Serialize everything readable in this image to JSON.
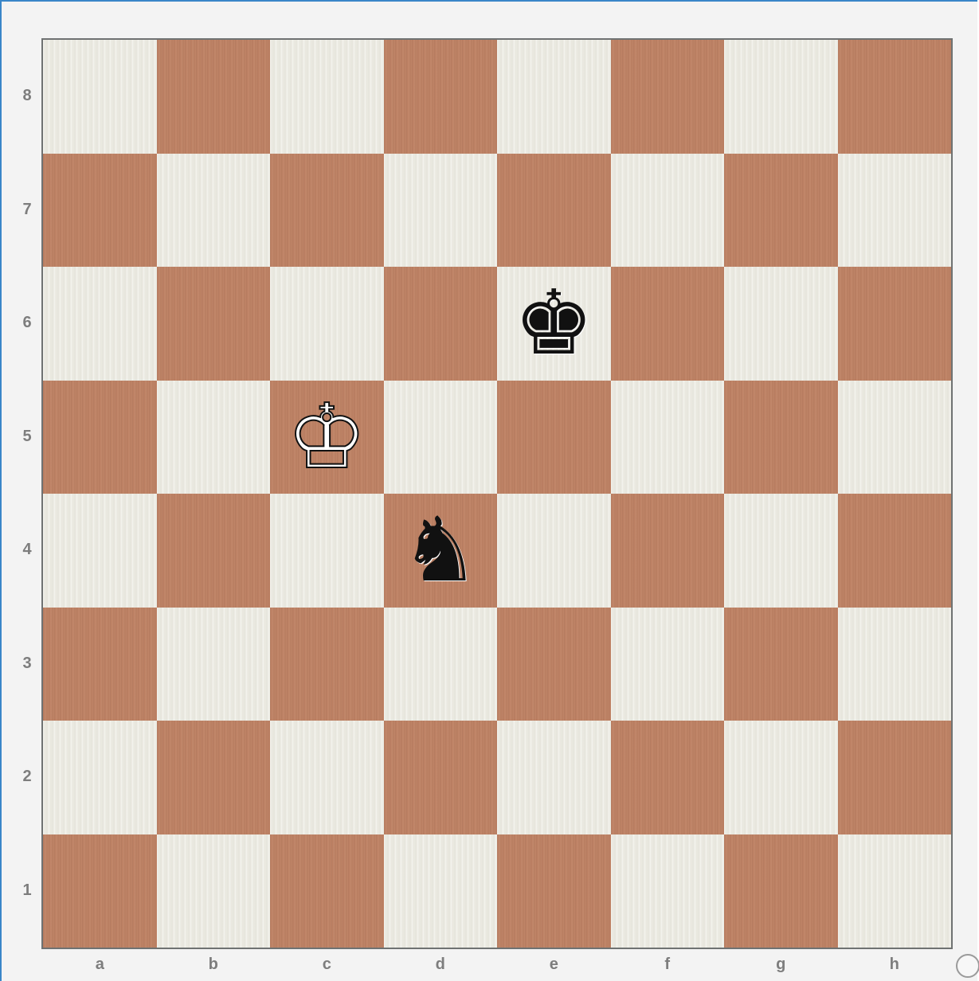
{
  "board": {
    "files": [
      "a",
      "b",
      "c",
      "d",
      "e",
      "f",
      "g",
      "h"
    ],
    "ranks": [
      "8",
      "7",
      "6",
      "5",
      "4",
      "3",
      "2",
      "1"
    ],
    "light_color": "#ecebe2",
    "dark_color": "#bf8264",
    "pieces": [
      {
        "square": "e6",
        "color": "black",
        "type": "king",
        "glyph": "♚",
        "icon": "black-king-icon"
      },
      {
        "square": "c5",
        "color": "white",
        "type": "king",
        "glyph": "♔",
        "icon": "white-king-icon"
      },
      {
        "square": "d4",
        "color": "black",
        "type": "knight",
        "glyph": "♞",
        "icon": "black-knight-icon"
      }
    ]
  }
}
